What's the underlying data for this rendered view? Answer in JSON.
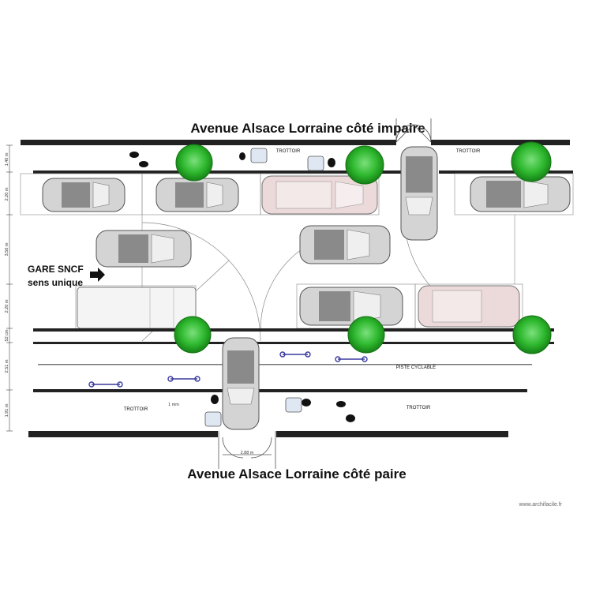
{
  "labels": {
    "street_top": "Avenue Alsace Lorraine côté impaire",
    "street_bottom": "Avenue Alsace Lorraine côté paire",
    "gare_line1": "GARE SNCF",
    "gare_line2": "sens unique",
    "trottoir_top_left": "TROTTOIR",
    "trottoir_top_right": "TROTTOIR",
    "trottoir_bottom_left": "TROTTOIR",
    "trottoir_bottom_right": "TROTTOIR",
    "piste_cyclable": "PISTE CYCLABLE",
    "dim_1mm": "1 mm",
    "dim_door": "2.88 m",
    "watermark": "www.archifacile.fr"
  },
  "dimensions_left": [
    "1.40 m",
    "2.20 m",
    "3.50 m",
    "2.20 m",
    "52 cm",
    "2.51 m",
    "1.91 m"
  ],
  "colors": {
    "wall": "#222222",
    "car_body": "#d4d4d4",
    "car_outline": "#555555",
    "car_roof": "#8a8a8a",
    "pink_car": "#ecd9d9",
    "tree": "#2eb82e",
    "bike": "#3a3aa0"
  }
}
